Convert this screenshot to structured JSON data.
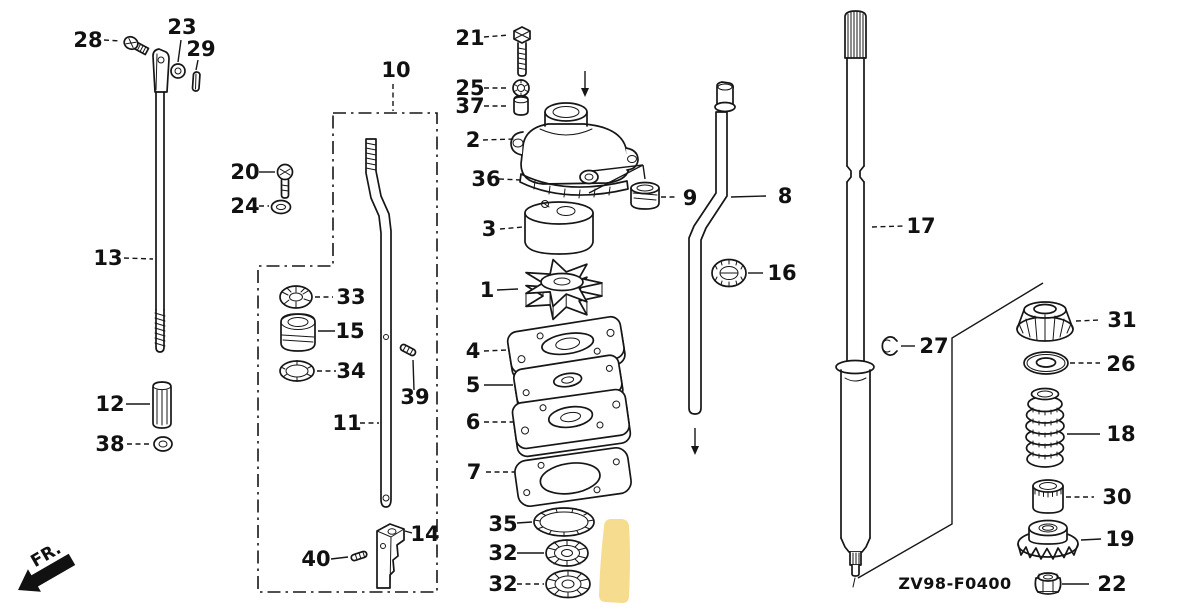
{
  "diagram": {
    "code": "ZV98-F0400",
    "direction_indicator": "FR.",
    "highlight_color": "#f6dc8e",
    "line_color": "#161616",
    "background": "#ffffff",
    "callouts": {
      "c28": "28",
      "c23": "23",
      "c29": "29",
      "c13": "13",
      "c12": "12",
      "c38": "38",
      "c20": "20",
      "c24": "24",
      "c10": "10",
      "c33": "33",
      "c15": "15",
      "c34": "34",
      "c39": "39",
      "c11": "11",
      "c40": "40",
      "c14": "14",
      "c21": "21",
      "c25": "25",
      "c37": "37",
      "c2": "2",
      "c36": "36",
      "c3": "3",
      "c1": "1",
      "c4": "4",
      "c5": "5",
      "c6": "6",
      "c7": "7",
      "c35": "35",
      "c32a": "32",
      "c32b": "32",
      "c9": "9",
      "c8": "8",
      "c16": "16",
      "c17": "17",
      "c27": "27",
      "c31": "31",
      "c26": "26",
      "c18": "18",
      "c30": "30",
      "c19": "19",
      "c22": "22"
    }
  }
}
